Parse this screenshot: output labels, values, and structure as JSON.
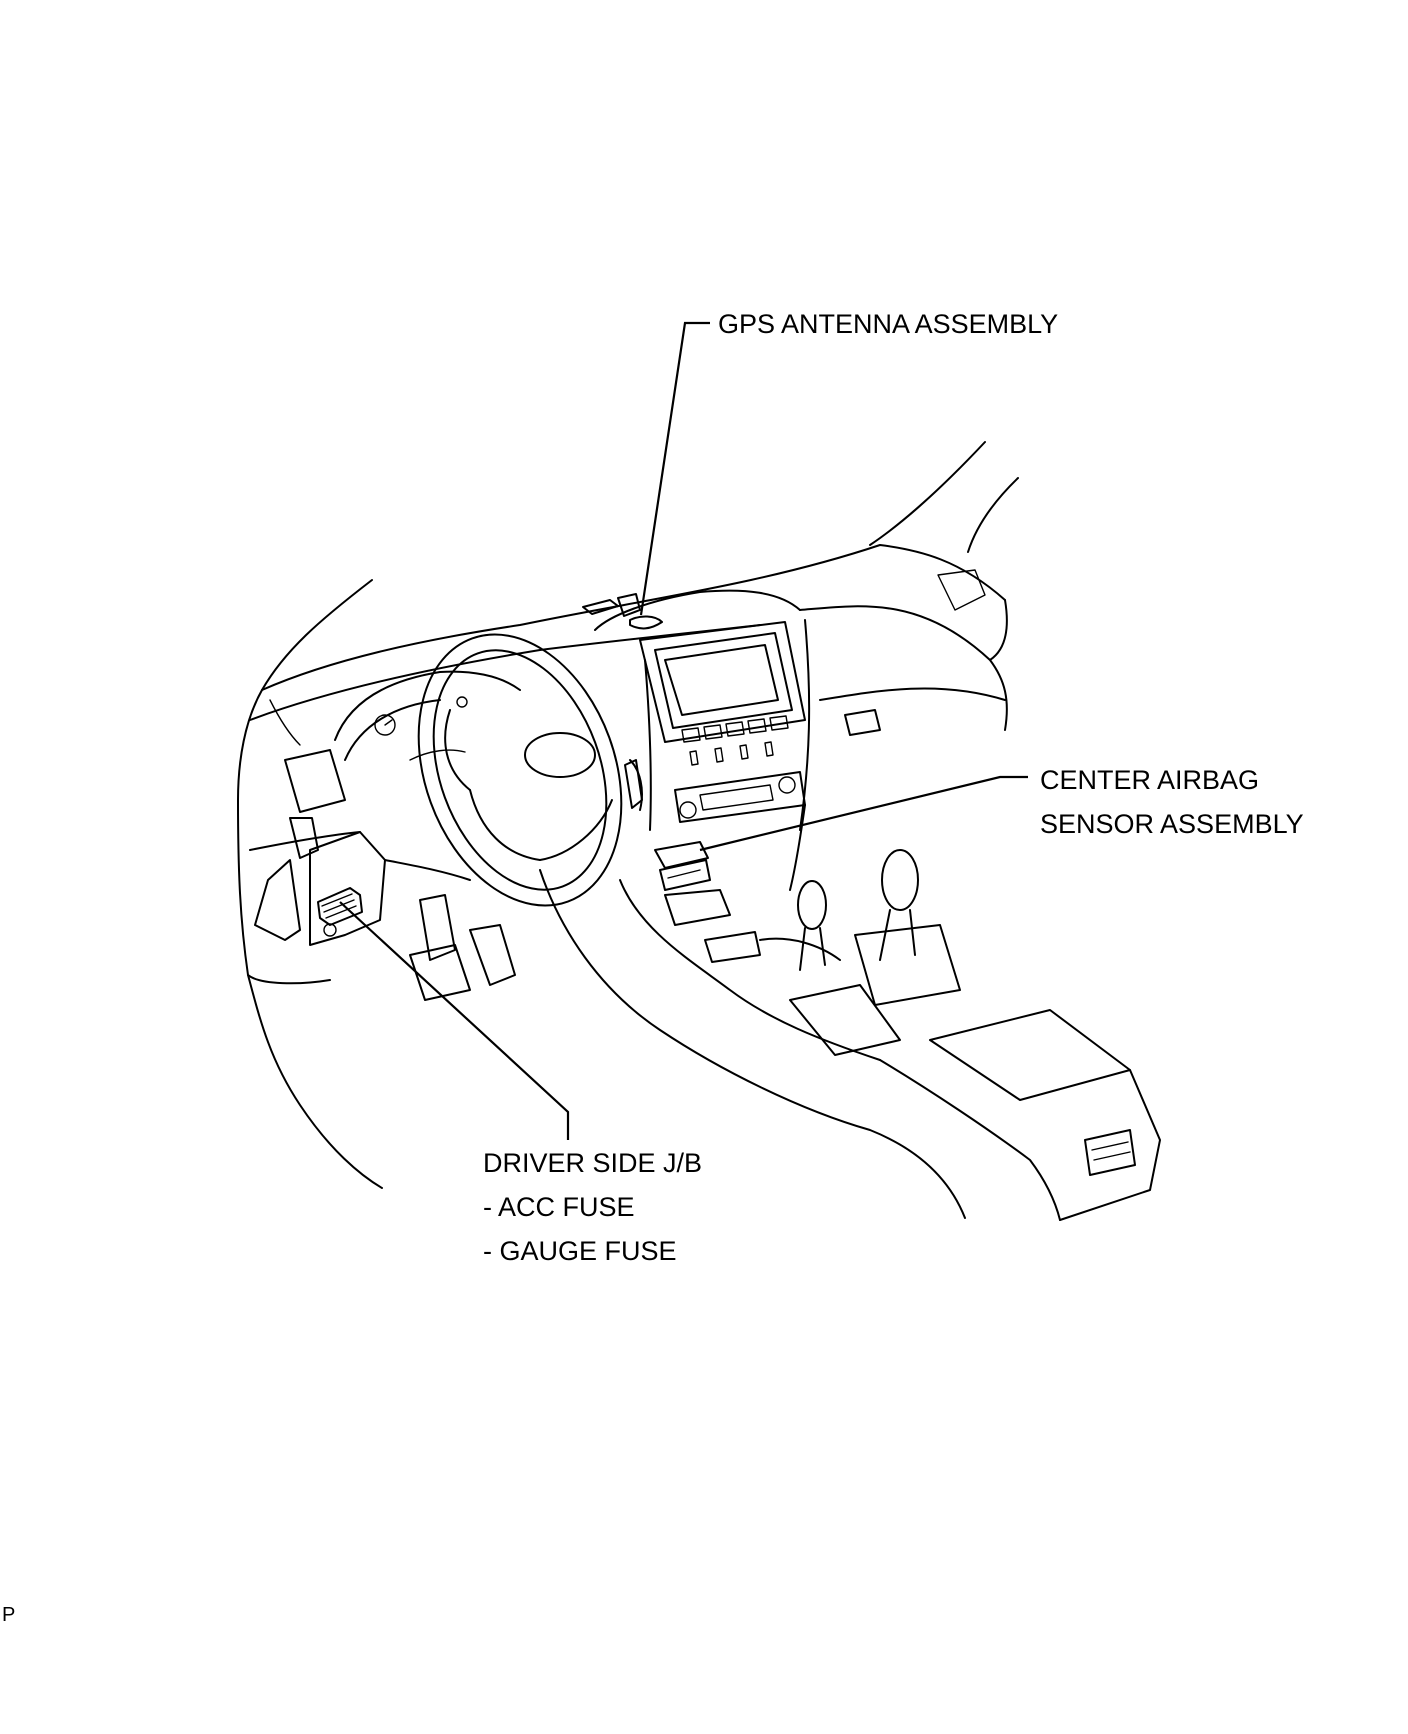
{
  "labels": {
    "gps": "GPS ANTENNA ASSEMBLY",
    "airbag": [
      "CENTER AIRBAG",
      "SENSOR ASSEMBLY"
    ],
    "junction_box": [
      "DRIVER SIDE J/B",
      "- ACC FUSE",
      "- GAUGE FUSE"
    ]
  },
  "footer_mark": "P"
}
